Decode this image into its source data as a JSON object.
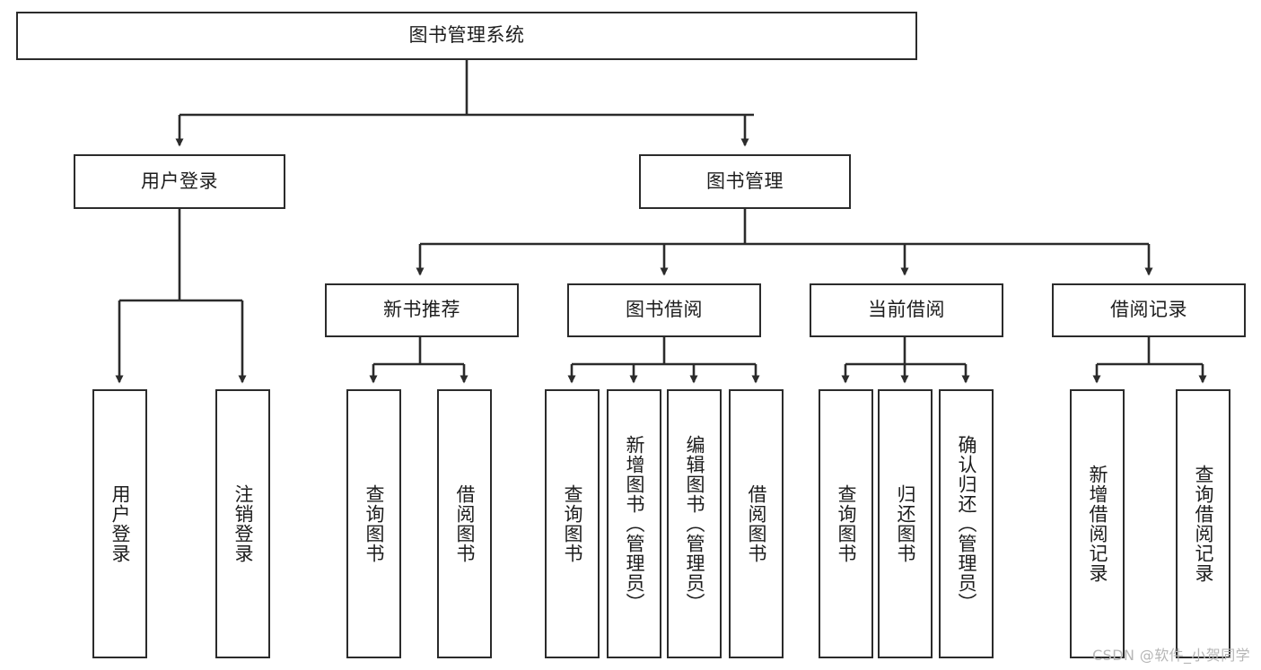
{
  "diagram": {
    "title": "图书管理系统",
    "watermark": "CSDN @软件_小贺同学",
    "colors": {
      "border": "#2b2b2b",
      "text": "#1d1d1d",
      "background": "#ffffff",
      "connector": "#2b2b2b",
      "watermark": "#b6b6b6"
    },
    "root": {
      "label": "图书管理系统"
    },
    "level1": [
      {
        "label": "用户登录"
      },
      {
        "label": "图书管理"
      }
    ],
    "level2": [
      {
        "label": "新书推荐"
      },
      {
        "label": "图书借阅"
      },
      {
        "label": "当前借阅"
      },
      {
        "label": "借阅记录"
      }
    ],
    "leaves": {
      "user_login": [
        {
          "label": "用户登录"
        },
        {
          "label": "注销登录"
        }
      ],
      "new_book_recommend": [
        {
          "label": "查询图书"
        },
        {
          "label": "借阅图书"
        }
      ],
      "book_borrow": [
        {
          "label": "查询图书"
        },
        {
          "label": "新增图书（管理员）"
        },
        {
          "label": "编辑图书（管理员）"
        },
        {
          "label": "借阅图书"
        }
      ],
      "current_borrow": [
        {
          "label": "查询图书"
        },
        {
          "label": "归还图书"
        },
        {
          "label": "确认归还（管理员）"
        }
      ],
      "borrow_record": [
        {
          "label": "新增借阅记录"
        },
        {
          "label": "查询借阅记录"
        }
      ]
    }
  }
}
